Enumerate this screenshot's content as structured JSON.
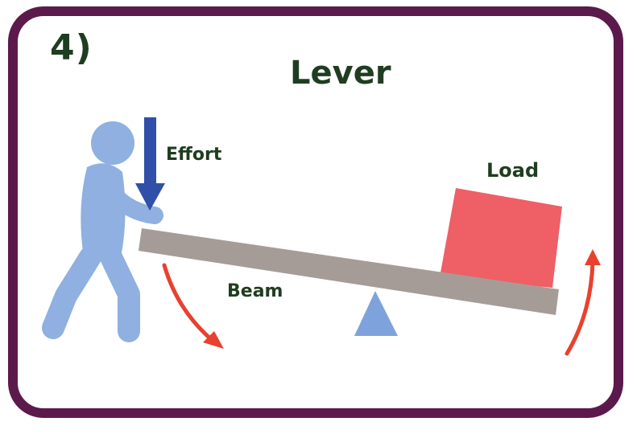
{
  "card": {
    "number": "4)",
    "title": "Lever"
  },
  "labels": {
    "effort": "Effort",
    "load": "Load",
    "beam": "Beam"
  },
  "colors": {
    "frame": "#5b1a4b",
    "text": "#1f3d20",
    "person": "#8fb0e0",
    "effort_arrow": "#2f4fa8",
    "beam": "#a69c97",
    "load": "#ef5f66",
    "fulcrum": "#7ea3dc",
    "motion_arrow": "#e8412f"
  },
  "icons": [
    "person-icon",
    "effort-arrow-icon",
    "fulcrum-icon",
    "curved-arrow-down-icon",
    "curved-arrow-up-icon"
  ]
}
